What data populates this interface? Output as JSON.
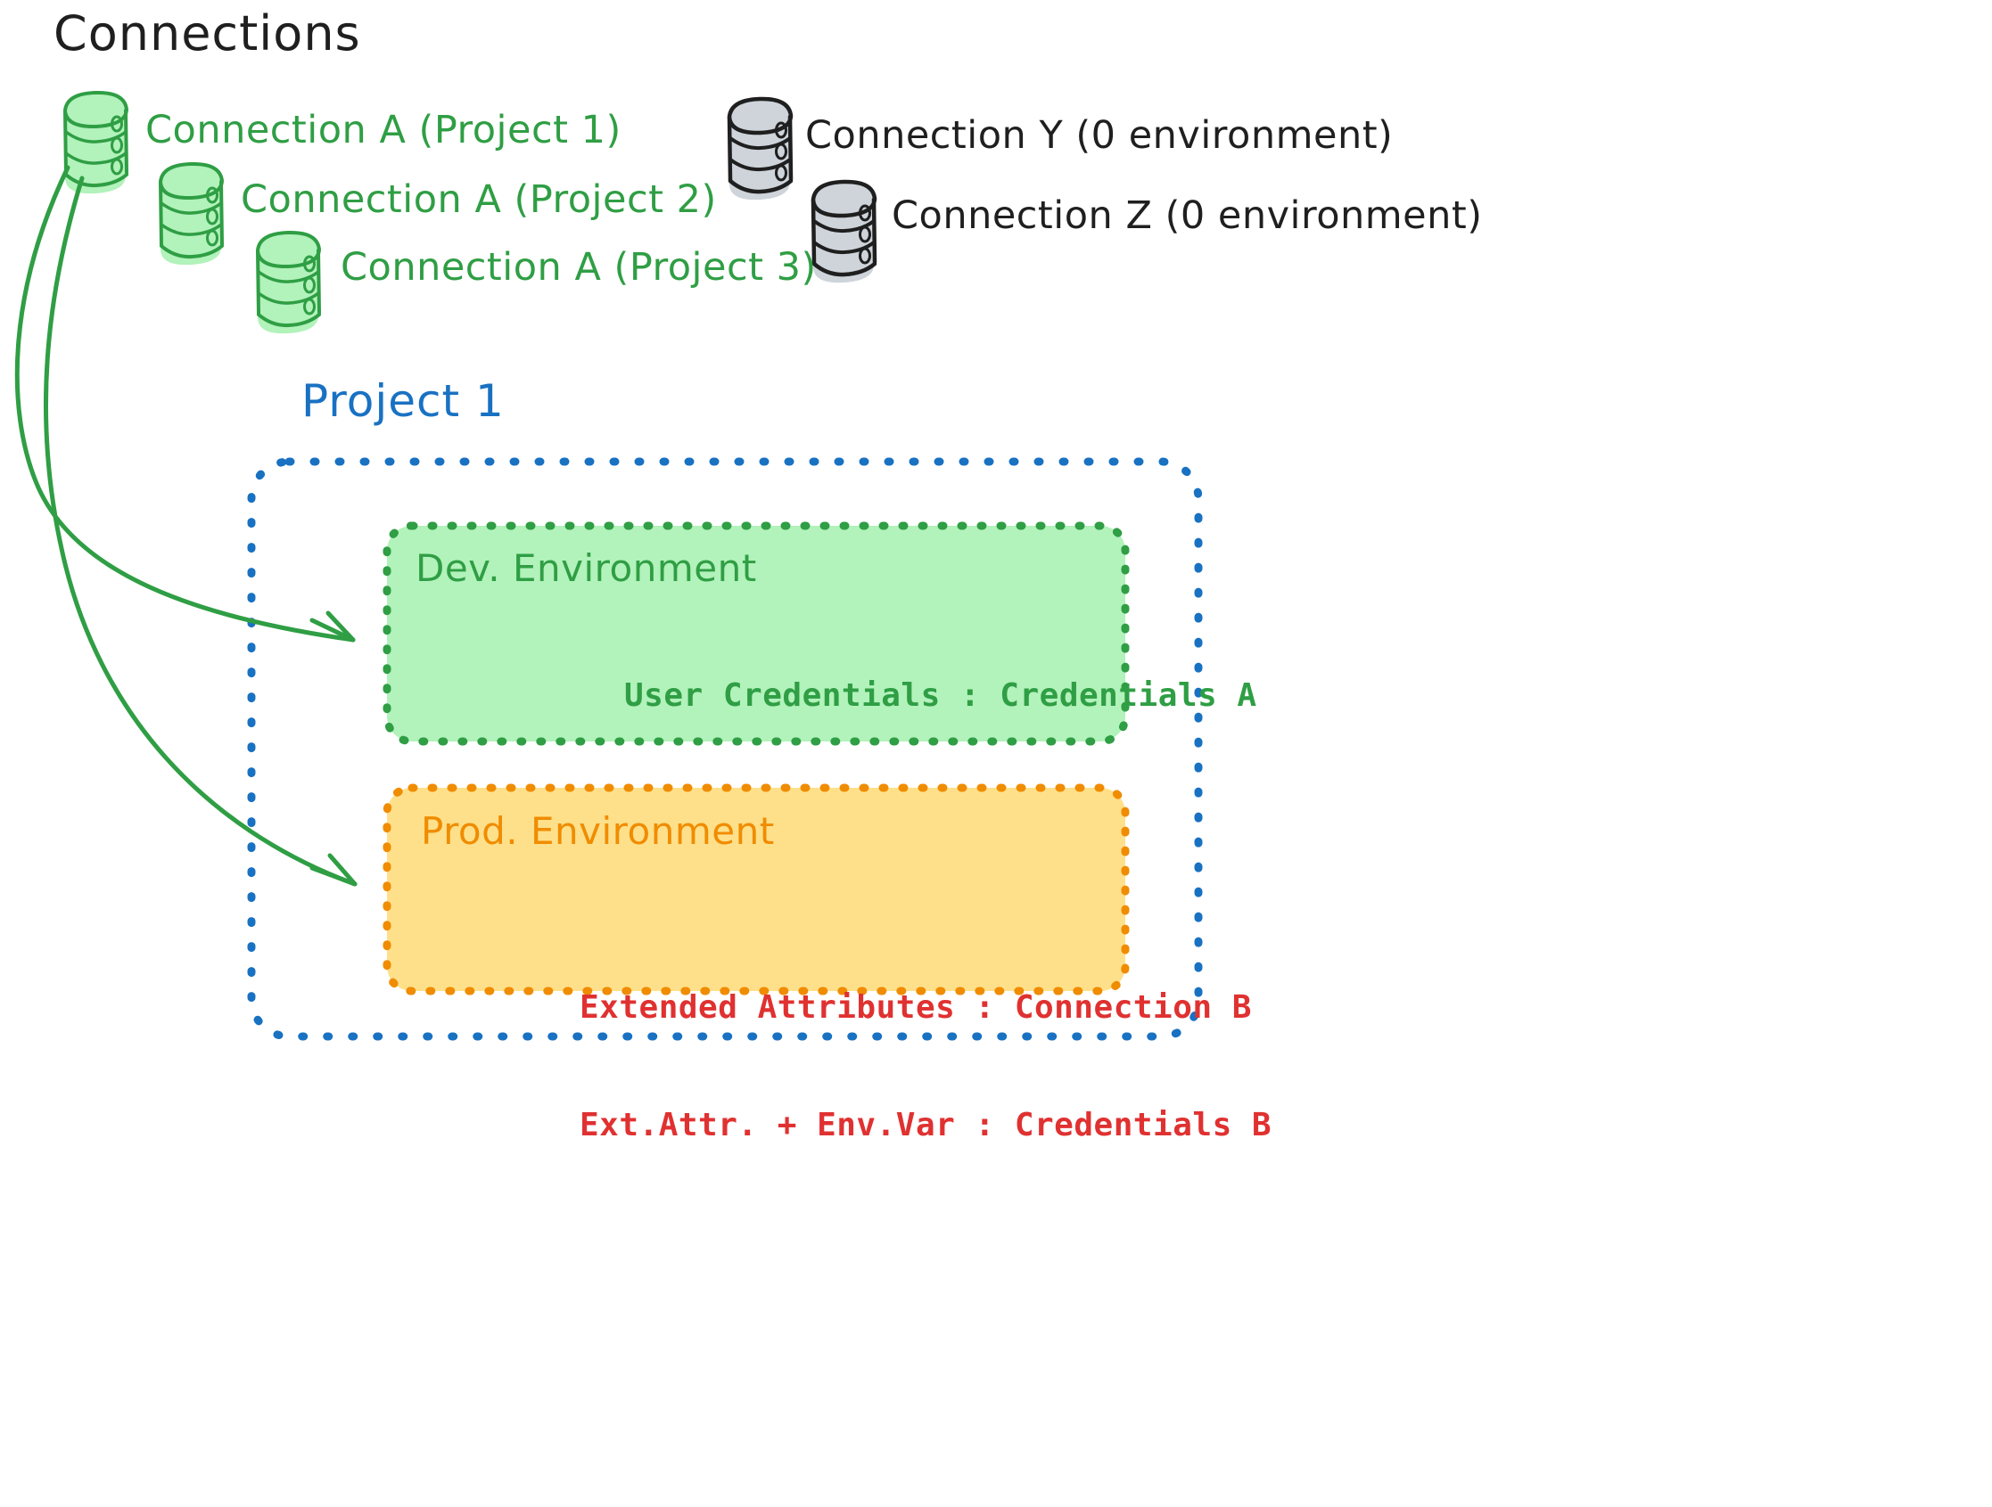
{
  "diagram": {
    "title": "Connections",
    "colors": {
      "green_stroke": "#2f9e44",
      "green_fill": "#b2f2bb",
      "gray_stroke": "#1f1f1f",
      "gray_fill": "#ced4da",
      "blue": "#1971c2",
      "orange": "#f08c00",
      "orange_fill": "#ffe08a",
      "red": "#e03131",
      "black": "#1f1f1f"
    }
  },
  "connections_group": {
    "heading": "Connections",
    "green_nodes": [
      {
        "icon": "database-icon",
        "label": "Connection A (Project 1)"
      },
      {
        "icon": "database-icon",
        "label": "Connection A (Project 2)"
      },
      {
        "icon": "database-icon",
        "label": "Connection A (Project 3)"
      }
    ],
    "gray_nodes": [
      {
        "icon": "database-icon",
        "label": "Connection Y (0 environment)"
      },
      {
        "icon": "database-icon",
        "label": "Connection Z (0 environment)"
      }
    ]
  },
  "project": {
    "title": "Project 1",
    "environments": [
      {
        "name": "Dev. Environment",
        "accent": "#2f9e44",
        "fill": "#b2f2bb",
        "entries": [
          "User Credentials : Credentials A"
        ]
      },
      {
        "name": "Prod. Environment",
        "accent": "#f08c00",
        "fill": "#ffe08a",
        "entries": [
          "Extended Attributes : Connection B",
          "Ext.Attr. + Env.Var : Credentials B"
        ]
      }
    ]
  },
  "arrows": [
    {
      "from": "Connection A (Project 1)",
      "to": "Dev. Environment"
    },
    {
      "from": "Connection A (Project 1)",
      "to": "Prod. Environment"
    }
  ]
}
